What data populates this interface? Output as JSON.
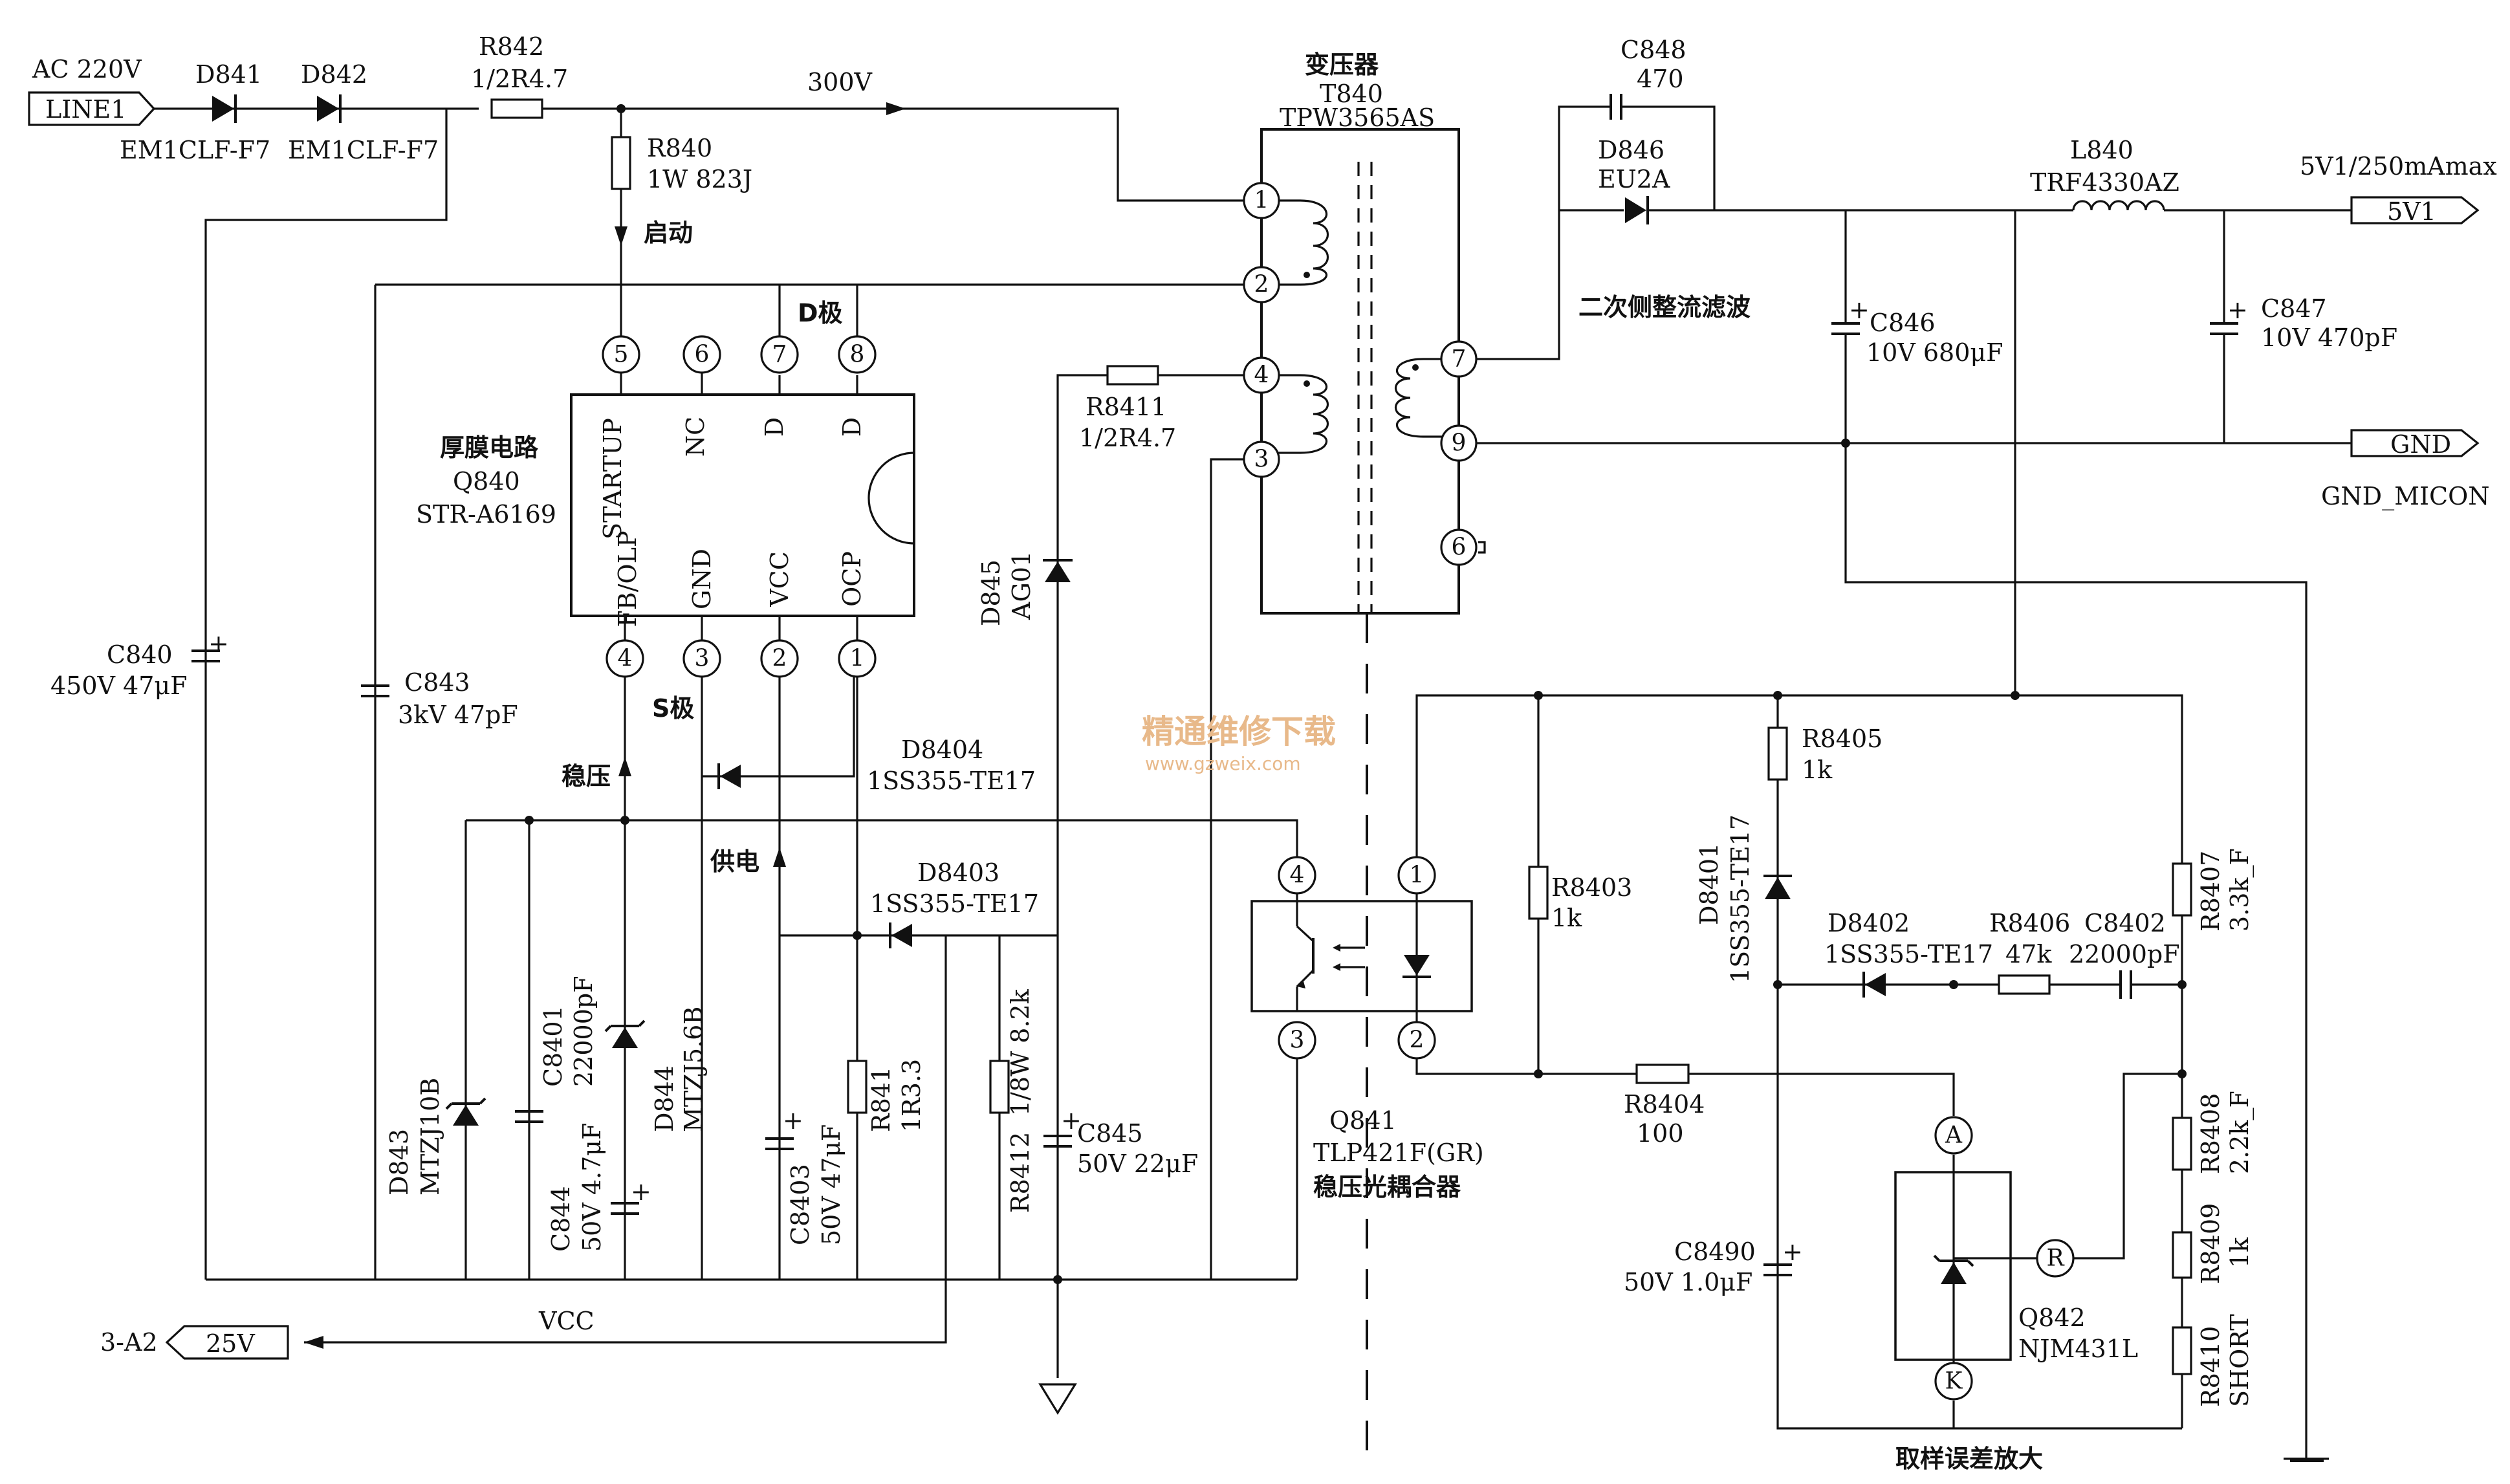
{
  "labels": {
    "ac220v": "AC 220V",
    "line1": "LINE1",
    "d841": "D841",
    "d842": "D842",
    "em1": "EM1CLF-F7",
    "em2": "EM1CLF-F7",
    "r842": "R842",
    "r842v": "1/2R4.7",
    "v300": "300V",
    "r840": "R840",
    "r840v": "1W 823J",
    "qidong": "启动",
    "bianyaqi": "变压器",
    "t840": "T840",
    "tpw": "TPW3565AS",
    "c848": "C848",
    "c848v": "470",
    "d846": "D846",
    "eu2a": "EU2A",
    "l840": "L840",
    "trf": "TRF4330AZ",
    "out5v1": "5V1/250mAmax",
    "tag5v1": "5V1",
    "tag_gnd": "GND",
    "gnd_micon": "GND_MICON",
    "ercice": "二次侧整流滤波",
    "c846": "C846",
    "c846v": "10V 680μF",
    "c847": "C847",
    "c847v": "10V 470pF",
    "dji": "D极",
    "sji": "S极",
    "houmo": "厚膜电路",
    "q840": "Q840",
    "stra": "STR-A6169",
    "ic_startup": "STARTUP",
    "ic_nc": "NC",
    "ic_d1": "D",
    "ic_d2": "D",
    "ic_fbolp": "FB/OLP",
    "ic_gnd": "GND",
    "ic_vcc": "VCC",
    "ic_ocp": "OCP",
    "r8411": "R8411",
    "r8411v": "1/2R4.7",
    "d845": "D845",
    "ag01": "AG01",
    "c840": "C840",
    "c840v": "450V 47μF",
    "c843": "C843",
    "c843v": "3kV  47pF",
    "wenya": "稳压",
    "gongdian": "供电",
    "d8404": "D8404",
    "d8404v": "1SS355-TE17",
    "d8403": "D8403",
    "d8403v": "1SS355-TE17",
    "d843": "D843",
    "d843v": "MTZJ10B",
    "c8401": "C8401",
    "c8401v": "22000pF",
    "d844": "D844",
    "d844v": "MTZJ5.6B",
    "c844": "C844",
    "c844v": "50V 4.7μF",
    "c8403": "C8403",
    "c8403v": "50V 47μF",
    "r841": "R841",
    "r841v": "1R3.3",
    "r8412": "R8412",
    "r8412v": "1/8W 8.2k",
    "c845": "C845",
    "c845v": "50V  22μF",
    "q841": "Q841",
    "tlp": "TLP421F(GR)",
    "ouheqi": "稳压光耦合器",
    "r8403": "R8403",
    "r8403v": "1k",
    "r8404": "R8404",
    "r8404v": "100",
    "r8405": "R8405",
    "r8405v": "1k",
    "d8401": "D8401",
    "d8401v": "1SS355-TE17",
    "d8402": "D8402",
    "d8402v": "1SS355-TE17",
    "r8406": "R8406",
    "r8406v": "47k",
    "c8402": "C8402",
    "c8402v": "22000pF",
    "r8407": "R8407",
    "r8407v": "3.3k_F",
    "r8408": "R8408",
    "r8408v": "2.2k_F",
    "r8409": "R8409",
    "r8409v": "1k",
    "r8410": "R8410",
    "r8410v": "SHORT",
    "c8490": "C8490",
    "c8490v": "50V 1.0μF",
    "q842": "Q842",
    "njm": "NJM431L",
    "quyang": "取样误差放大",
    "vcc": "VCC",
    "a2": "3-A2",
    "v25": "25V",
    "pin_a": "A",
    "pin_r": "R",
    "pin_k": "K",
    "watermark": "精通维修下载",
    "watermark_url": "www.gzweix.com"
  },
  "pins": {
    "t1": "1",
    "t2": "2",
    "t4": "4",
    "t3": "3",
    "t7": "7",
    "t9": "9",
    "t6": "6",
    "ic5": "5",
    "ic6": "6",
    "ic7": "7",
    "ic8": "8",
    "ic4": "4",
    "ic3": "3",
    "ic2": "2",
    "ic1": "1",
    "oc4": "4",
    "oc3": "3",
    "oc1": "1",
    "oc2": "2"
  }
}
